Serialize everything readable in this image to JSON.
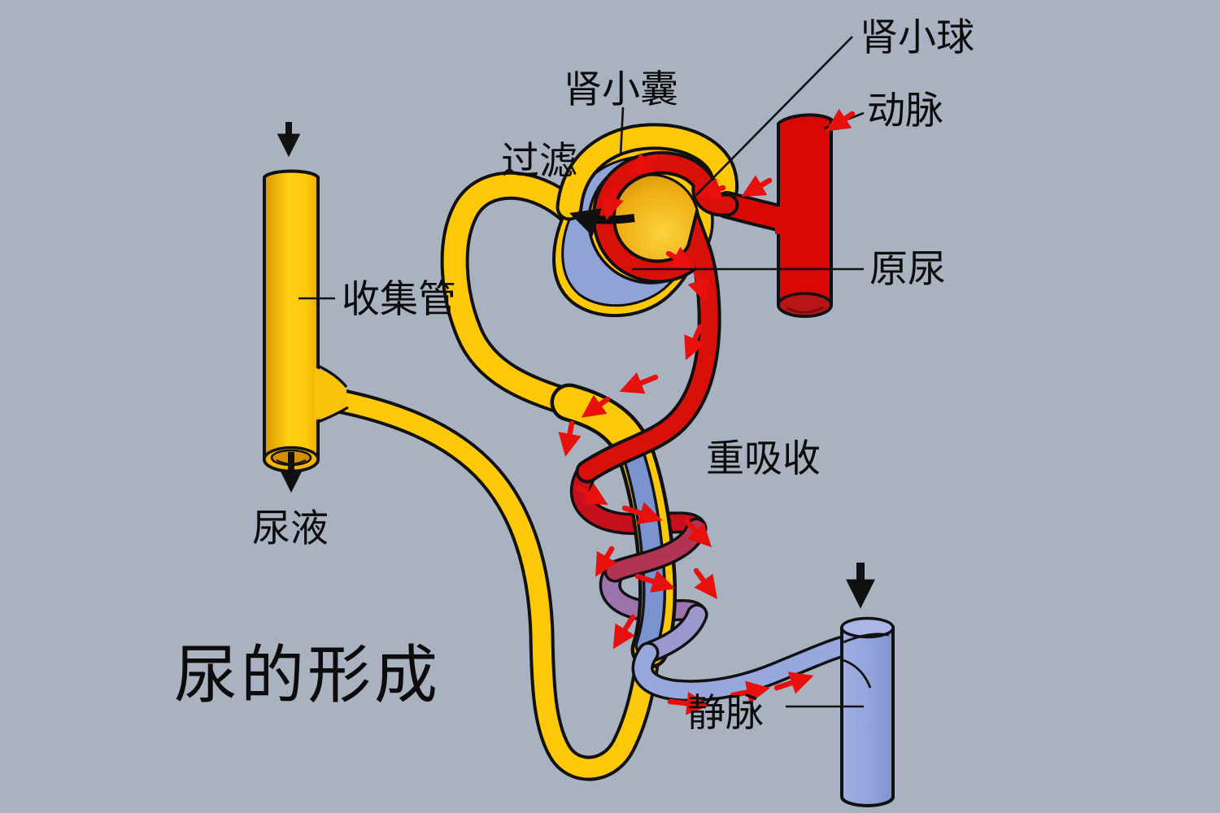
{
  "title": "尿的形成",
  "labels": {
    "glomerulus": "肾小球",
    "bowmans_capsule": "肾小囊",
    "filtration": "过滤",
    "artery": "动脉",
    "primary_urine": "原尿",
    "collecting_duct": "收集管",
    "urine": "尿液",
    "reabsorption": "重吸收",
    "vein": "静脉"
  },
  "colors": {
    "background": "#a9b2c1",
    "tubule_yellow": "#fcc808",
    "tubule_yellow_dark": "#dc9b02",
    "glomerulus_gold": "#d08c00",
    "artery_red": "#d90806",
    "artery_red_dark": "#b81616",
    "vein_blue": "#92a3dc",
    "capsule_space_blue": "#8fa3d6",
    "tubule_interior_blue": "#7b94d0",
    "capillary_purple": "#9b74ae",
    "flow_arrow_red": "#e8100c",
    "outline_black": "#111111"
  }
}
